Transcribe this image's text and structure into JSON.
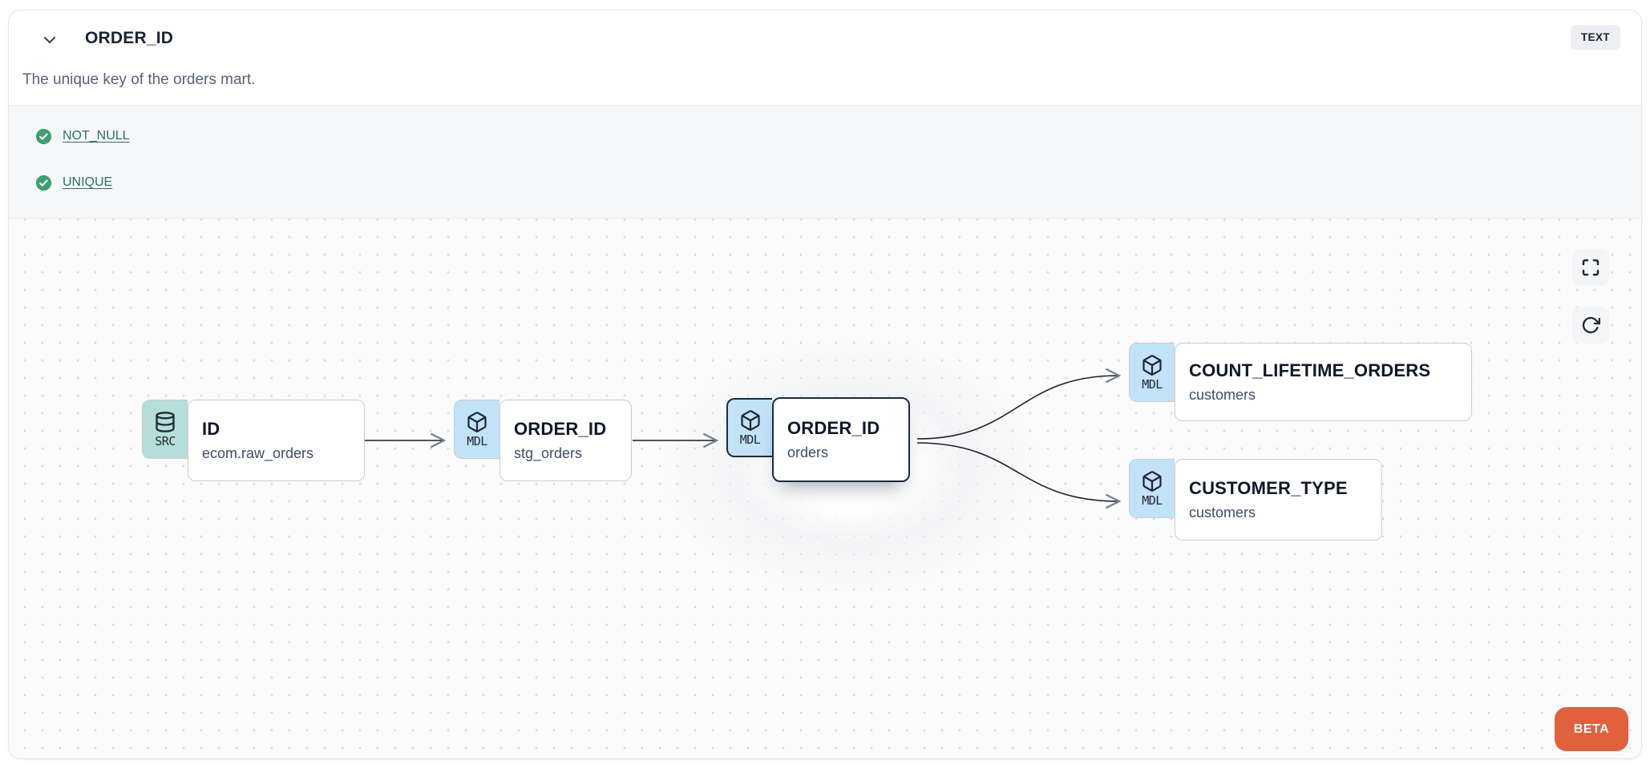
{
  "header": {
    "title": "ORDER_ID",
    "type_badge": "TEXT",
    "description": "The unique key of the orders mart."
  },
  "tests": [
    {
      "label": "NOT_NULL",
      "status": "pass",
      "status_icon": "check-circle-icon"
    },
    {
      "label": "UNIQUE",
      "status": "pass",
      "status_icon": "check-circle-icon"
    }
  ],
  "lineage": {
    "nodes": [
      {
        "badge": "SRC",
        "icon": "database-icon",
        "title": "ID",
        "subtitle": "ecom.raw_orders",
        "selected": false
      },
      {
        "badge": "MDL",
        "icon": "cube-icon",
        "title": "ORDER_ID",
        "subtitle": "stg_orders",
        "selected": false
      },
      {
        "badge": "MDL",
        "icon": "cube-icon",
        "title": "ORDER_ID",
        "subtitle": "orders",
        "selected": true
      },
      {
        "badge": "MDL",
        "icon": "cube-icon",
        "title": "COUNT_LIFETIME_ORDERS",
        "subtitle": "customers",
        "selected": false
      },
      {
        "badge": "MDL",
        "icon": "cube-icon",
        "title": "CUSTOMER_TYPE",
        "subtitle": "customers",
        "selected": false
      }
    ],
    "edges": [
      {
        "from": "ID (ecom.raw_orders)",
        "to": "ORDER_ID (stg_orders)"
      },
      {
        "from": "ORDER_ID (stg_orders)",
        "to": "ORDER_ID (orders)"
      },
      {
        "from": "ORDER_ID (orders)",
        "to": "COUNT_LIFETIME_ORDERS (customers)"
      },
      {
        "from": "ORDER_ID (orders)",
        "to": "CUSTOMER_TYPE (customers)"
      }
    ],
    "controls": {
      "fullscreen": "fullscreen-icon",
      "refresh": "refresh-icon"
    },
    "beta_label": "BETA"
  },
  "colors": {
    "src_badge_bg": "#b5dedb",
    "mdl_badge_bg": "#c2e2f8",
    "selected_border": "#1f2a3d",
    "test_link": "#2e6f68",
    "check_green": "#3fa06f",
    "beta_orange": "#e0613b",
    "canvas_bg": "#fbfbfb",
    "tests_bg": "#f6f7f8"
  }
}
